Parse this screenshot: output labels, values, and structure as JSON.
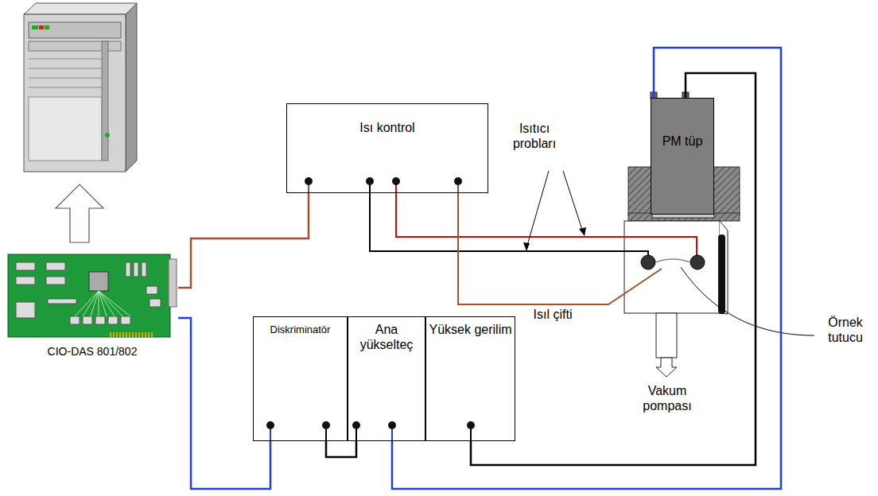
{
  "diagram": {
    "nodes": [
      {
        "text": [
          "Isı kontrol"
        ]
      },
      {
        "text": [
          "PM tüp"
        ]
      },
      {
        "text": [
          "CIO-DAS 801/802"
        ]
      },
      {
        "text": [
          "Diskriminatör"
        ]
      },
      {
        "text": [
          "Ana yükselteç"
        ]
      },
      {
        "text": [
          "Yüksek gerilim"
        ]
      }
    ],
    "edges": [
      {
        "from": 2,
        "to": 0,
        "arrow": "none"
      },
      {
        "from": 2,
        "to": 3,
        "arrow": "none"
      },
      {
        "from": 3,
        "to": 4,
        "arrow": "none"
      },
      {
        "from": 4,
        "to": 1,
        "arrow": "none"
      },
      {
        "from": 5,
        "to": 1,
        "arrow": "none"
      }
    ],
    "labels": [
      "Isıtıcı probları",
      "Isıl çifti",
      "Örnek tutucu",
      "Vakum pompası"
    ]
  }
}
